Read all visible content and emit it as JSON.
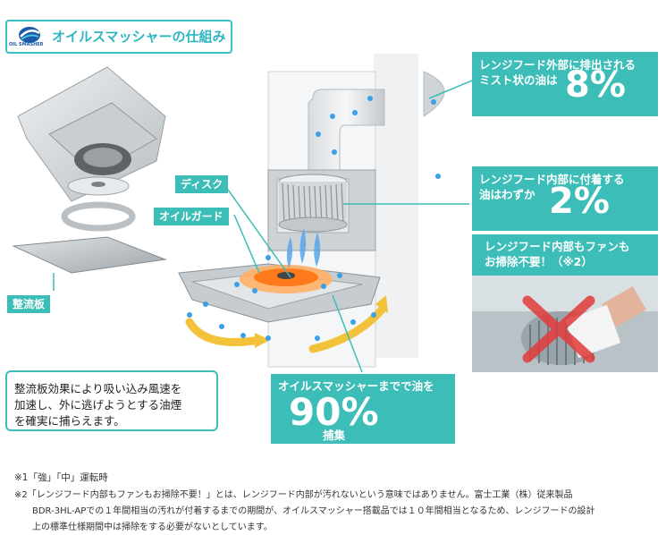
{
  "header": {
    "title": "オイルスマッシャーの仕組み",
    "logo_text": "OIL SMASHER"
  },
  "callouts": {
    "outside": {
      "line1": "レンジフード外部に排出される",
      "line2": "ミスト状の油は",
      "value": "8%"
    },
    "inside": {
      "line1": "レンジフード内部に付着する",
      "line2": "油はわずか",
      "value": "2%"
    },
    "no_clean": {
      "line1": "レンジフード内部もファンも",
      "line2": "お掃除不要！（※2）"
    },
    "capture": {
      "line1": "オイルスマッシャーまでで油を",
      "value": "90%",
      "line2": "捕集"
    }
  },
  "labels": {
    "disk": "ディスク",
    "oil_guard": "オイルガード",
    "rectifier": "整流板"
  },
  "note": {
    "line1": "整流板効果により吸い込み風速を",
    "line2": "加速し、外に逃げようとする油煙",
    "line3": "を確実に捕らえます。"
  },
  "footnotes": {
    "note1": "※1「強」「中」運転時",
    "note2_line1": "※2「レンジフード内部もファンもお掃除不要！」とは、レンジフード内部が汚れないという意味ではありません。富士工業（株）従来製品",
    "note2_line2": "BDR-3HL-APでの１年間相当の汚れが付着するまでの期間が、オイルスマッシャー搭載品では１０年間相当となるため、レンジフードの設計",
    "note2_line3": "上の標準仕様期間中は掃除をする必要がないとしています。"
  },
  "colors": {
    "teal": "#3cbdb7",
    "dot_blue": "#3aa0e8",
    "arrow_yellow": "#f2c23a",
    "flame_orange": "#ff8a1f"
  }
}
